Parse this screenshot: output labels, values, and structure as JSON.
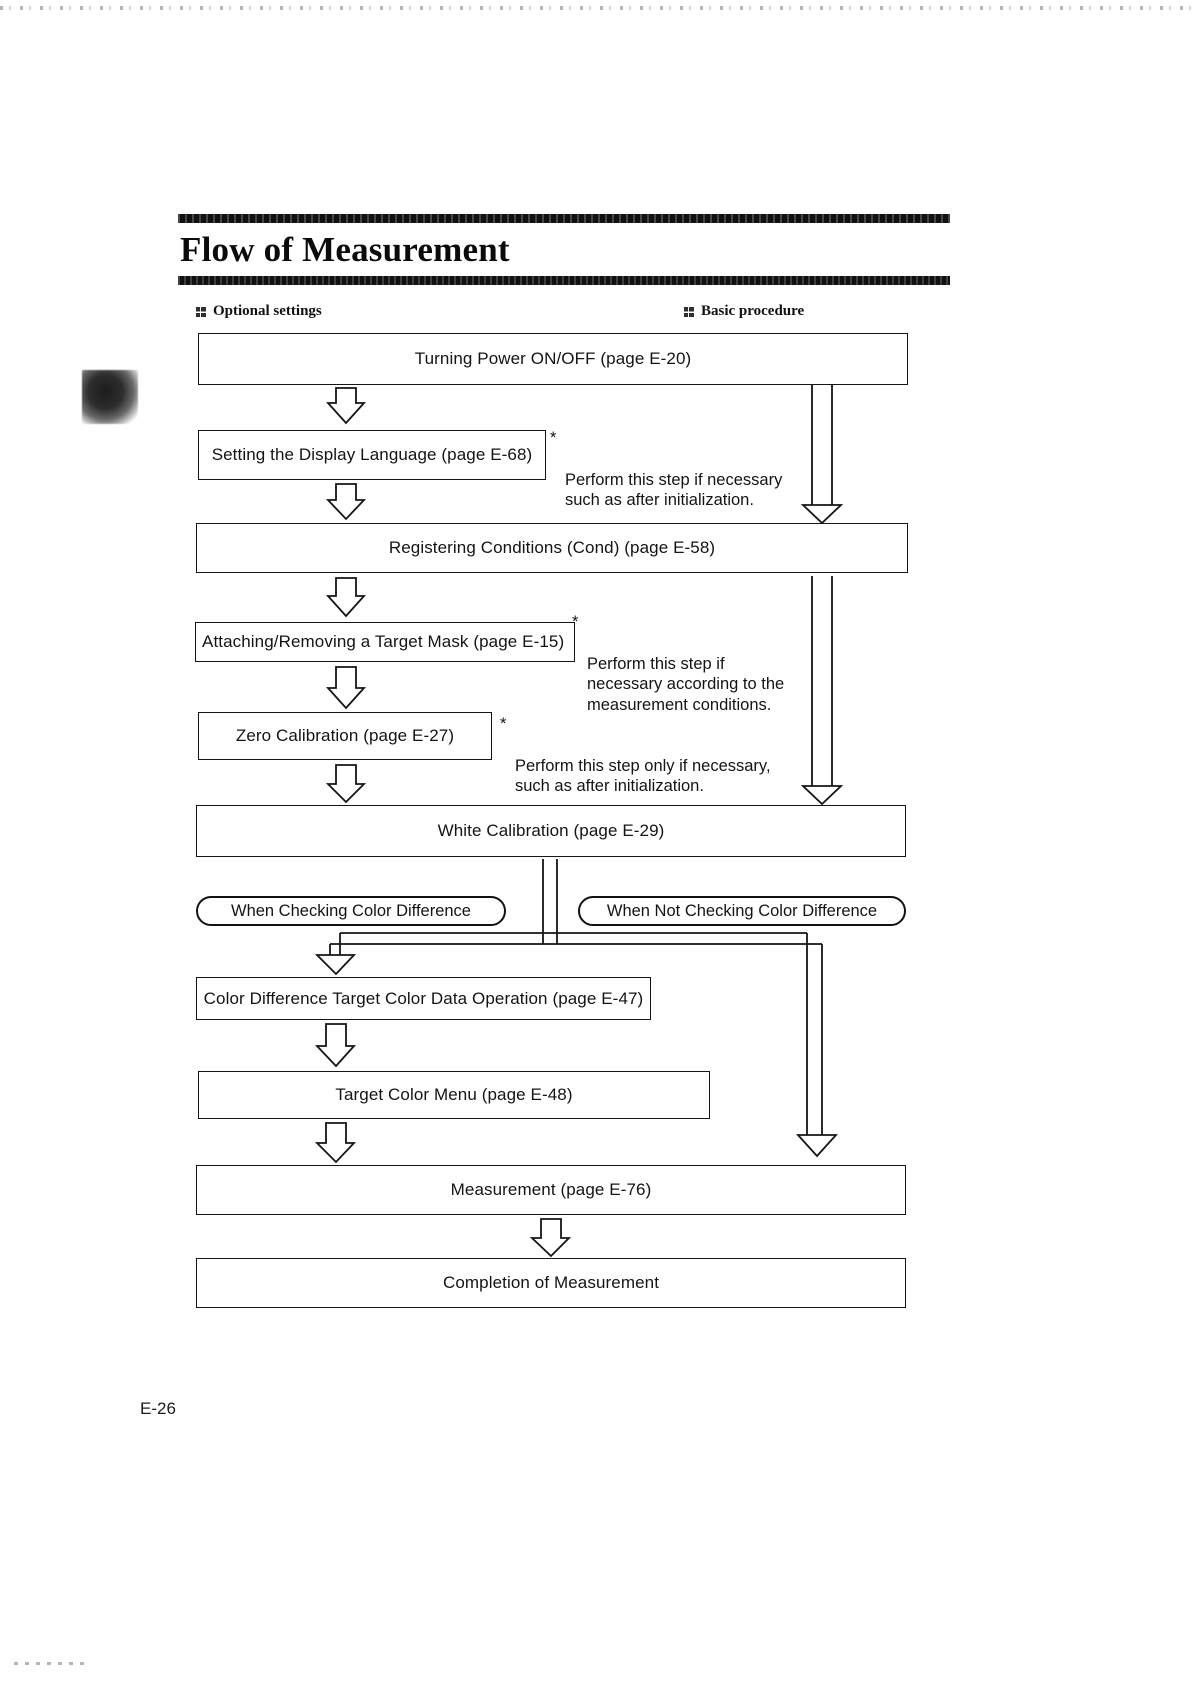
{
  "page": {
    "title": "Flow of Measurement",
    "page_number": "E-26"
  },
  "legend": {
    "optional": "Optional settings",
    "basic": "Basic procedure"
  },
  "flow": {
    "nodes": [
      {
        "id": "power",
        "label": "Turning Power ON/OFF (page E-20)"
      },
      {
        "id": "language",
        "label": "Setting the Display Language (page E-68)"
      },
      {
        "id": "conditions",
        "label": "Registering Conditions (Cond) (page E-58)"
      },
      {
        "id": "mask",
        "label": "Attaching/Removing a Target Mask (page E-15)"
      },
      {
        "id": "zero",
        "label": "Zero Calibration (page E-27)"
      },
      {
        "id": "white",
        "label": "White Calibration (page E-29)"
      },
      {
        "id": "targetdata",
        "label": "Color Difference Target Color Data Operation (page E-47)"
      },
      {
        "id": "targetmenu",
        "label": "Target Color Menu (page E-48)"
      },
      {
        "id": "measurement",
        "label": "Measurement (page E-76)"
      },
      {
        "id": "completion",
        "label": "Completion of Measurement"
      }
    ],
    "branches": [
      {
        "id": "checking",
        "label": "When Checking Color Difference"
      },
      {
        "id": "notchecking",
        "label": "When Not Checking Color Difference"
      }
    ],
    "notes": [
      {
        "id": "note-language",
        "star": "*",
        "text": "Perform this step if necessary\nsuch as after initialization."
      },
      {
        "id": "note-mask",
        "star": "*",
        "text": "Perform this step if\nnecessary according to the\nmeasurement conditions."
      },
      {
        "id": "note-zero",
        "star": "*",
        "text": "Perform this step only if necessary,\nsuch as after initialization."
      }
    ]
  }
}
